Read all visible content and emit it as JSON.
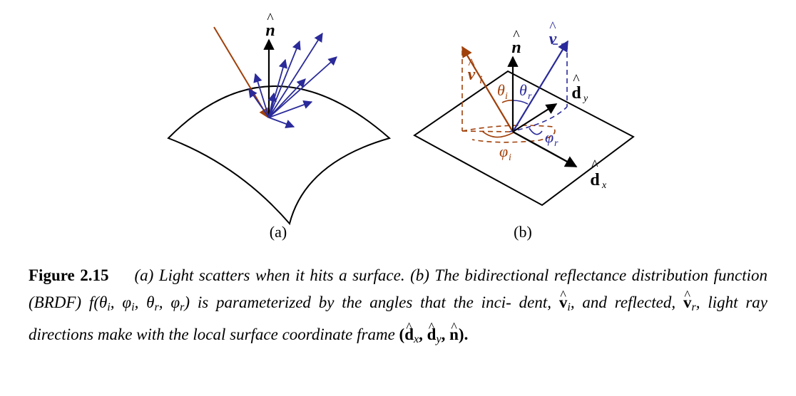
{
  "figure": {
    "panel_a_label": "(a)",
    "panel_b_label": "(b)",
    "label_n_a": "n",
    "label_n_b": "n",
    "label_v_r": "v",
    "label_v_r_sub": "r",
    "label_v_i": "v",
    "label_v_i_sub": "i",
    "label_d_y": "d",
    "label_d_y_sub": "y",
    "label_d_x": "d",
    "label_d_x_sub": "x",
    "label_theta_i": "θ",
    "label_theta_i_sub": "i",
    "label_theta_r": "θ",
    "label_theta_r_sub": "r",
    "label_phi_i": "φ",
    "label_phi_i_sub": "i",
    "label_phi_r": "φ",
    "label_phi_r_sub": "r",
    "colors": {
      "incident": "#a0400a",
      "reflected": "#2a2a9a",
      "normal": "#000000"
    }
  },
  "caption": {
    "label": "Figure 2.15",
    "part1": "(a) Light scatters when it hits a surface.  (b) The bidirectional reflectance distribution function (BRDF) ",
    "func": "f",
    "args": "(θ",
    "part2": " is parameterized by the angles that the inci- dent, ",
    "part3": ", and reflected, ",
    "part4": ", light ray directions make with the local surface coordinate frame ",
    "frame_open": "(",
    "frame_close": ").",
    "sub_i": "i",
    "sub_r": "r",
    "sub_x": "x",
    "sub_y": "y",
    "letter_v": "v",
    "letter_d": "d",
    "letter_n": "n",
    "phi": "φ",
    "theta": "θ",
    "comma": ", ",
    "paren_close": ")"
  }
}
